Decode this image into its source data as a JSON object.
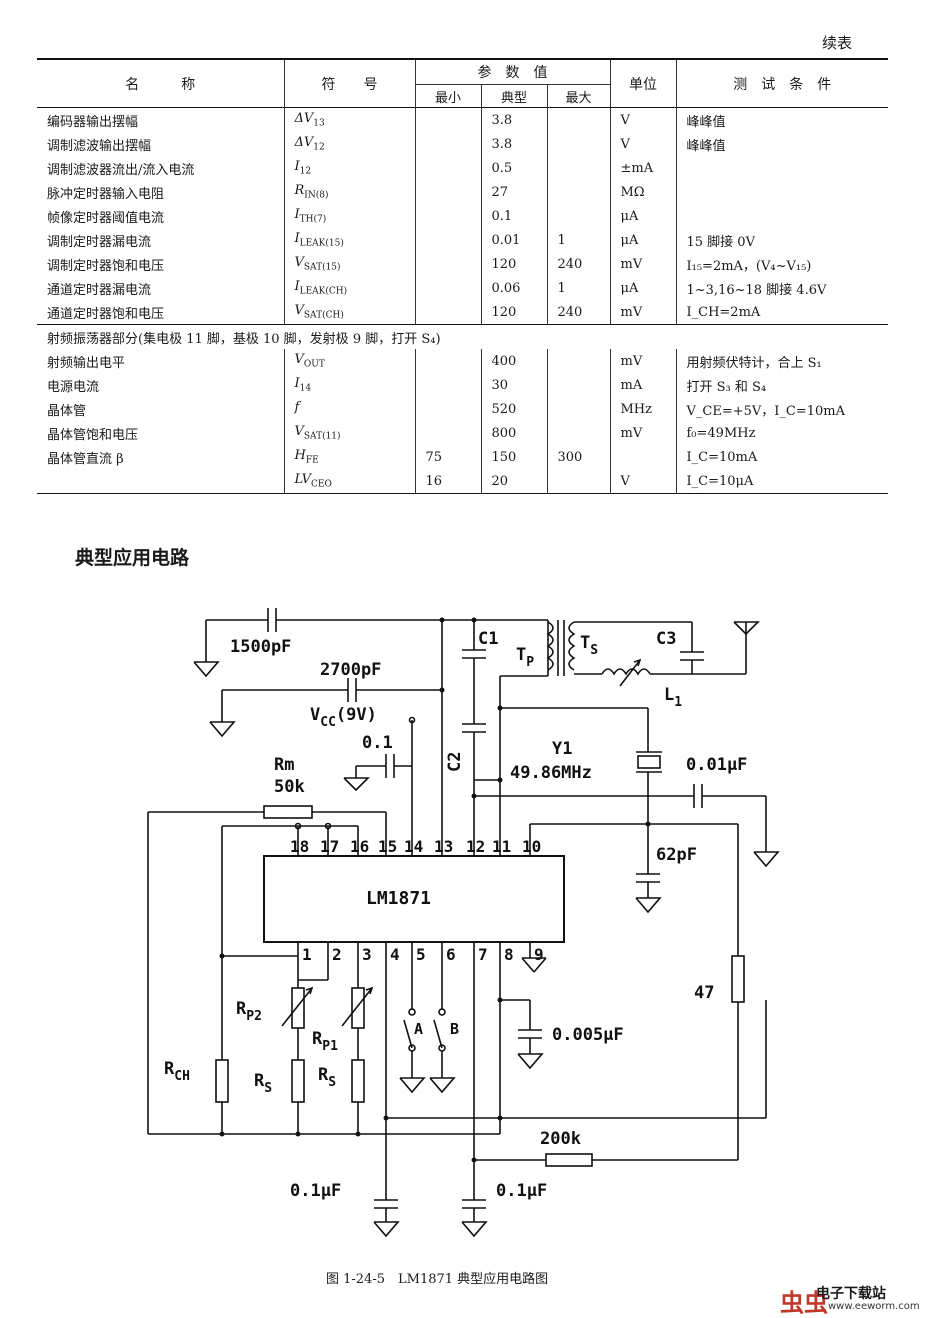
{
  "continued_label": "续表",
  "table": {
    "headers": {
      "name": "名　　　称",
      "symbol": "符　　号",
      "params": "参　数　值",
      "min": "最小",
      "typ": "典型",
      "max": "最大",
      "unit": "单位",
      "cond": "测　试　条　件"
    },
    "rows": [
      {
        "name": "编码器输出摆幅",
        "sym": "ΔV",
        "sub": "13",
        "min": "",
        "typ": "3.8",
        "max": "",
        "unit": "V",
        "cond": "峰峰值"
      },
      {
        "name": "调制滤波输出摆幅",
        "sym": "ΔV",
        "sub": "12",
        "min": "",
        "typ": "3.8",
        "max": "",
        "unit": "V",
        "cond": "峰峰值"
      },
      {
        "name": "调制滤波器流出/流入电流",
        "sym": "I",
        "sub": "12",
        "min": "",
        "typ": "0.5",
        "max": "",
        "unit": "±mA",
        "cond": ""
      },
      {
        "name": "脉冲定时器输入电阻",
        "sym": "R",
        "sub": "IN(8)",
        "min": "",
        "typ": "27",
        "max": "",
        "unit": "MΩ",
        "cond": ""
      },
      {
        "name": "帧像定时器阈值电流",
        "sym": "I",
        "sub": "TH(7)",
        "min": "",
        "typ": "0.1",
        "max": "",
        "unit": "μA",
        "cond": ""
      },
      {
        "name": "调制定时器漏电流",
        "sym": "I",
        "sub": "LEAK(15)",
        "min": "",
        "typ": "0.01",
        "max": "1",
        "unit": "μA",
        "cond": "15 脚接 0V"
      },
      {
        "name": "调制定时器饱和电压",
        "sym": "V",
        "sub": "SAT(15)",
        "min": "",
        "typ": "120",
        "max": "240",
        "unit": "mV",
        "cond": "I₁₅=2mA，(V₄~V₁₅)"
      },
      {
        "name": "通道定时器漏电流",
        "sym": "I",
        "sub": "LEAK(CH)",
        "min": "",
        "typ": "0.06",
        "max": "1",
        "unit": "μA",
        "cond": "1~3,16~18 脚接 4.6V"
      },
      {
        "name": "通道定时器饱和电压",
        "sym": "V",
        "sub": "SAT(CH)",
        "min": "",
        "typ": "120",
        "max": "240",
        "unit": "mV",
        "cond": "I_CH=2mA"
      }
    ],
    "section_label": "射频振荡器部分(集电极 11 脚，基极 10 脚，发射极 9 脚，打开 S₄)",
    "rows2": [
      {
        "name": "射频输出电平",
        "sym": "V",
        "sub": "OUT",
        "min": "",
        "typ": "400",
        "max": "",
        "unit": "mV",
        "cond": "用射频伏特计，合上 S₁"
      },
      {
        "name": "电源电流",
        "sym": "I",
        "sub": "14",
        "min": "",
        "typ": "30",
        "max": "",
        "unit": "mA",
        "cond": "打开 S₃ 和 S₄"
      },
      {
        "name": "晶体管",
        "sym": "f",
        "sub": "",
        "min": "",
        "typ": "520",
        "max": "",
        "unit": "MHz",
        "cond": "V_CE=+5V，I_C=10mA"
      },
      {
        "name": "晶体管饱和电压",
        "sym": "V",
        "sub": "SAT(11)",
        "min": "",
        "typ": "800",
        "max": "",
        "unit": "mV",
        "cond": "f₀=49MHz"
      },
      {
        "name": "晶体管直流 β",
        "sym": "H",
        "sub": "FE",
        "min": "75",
        "typ": "150",
        "max": "300",
        "unit": "",
        "cond": "I_C=10mA"
      },
      {
        "name": "",
        "sym": "LV",
        "sub": "CEO",
        "min": "16",
        "typ": "20",
        "max": "",
        "unit": "V",
        "cond": "I_C=10μA"
      }
    ]
  },
  "section_title": "典型应用电路",
  "circuit": {
    "chip": "LM1871",
    "pins_top": [
      "18",
      "17",
      "16",
      "15",
      "14",
      "13",
      "12",
      "11",
      "10"
    ],
    "pins_bottom": [
      "1",
      "2",
      "3",
      "4",
      "5",
      "6",
      "7",
      "8",
      "9"
    ],
    "labels": {
      "c_1500": "1500pF",
      "c_2700": "2700pF",
      "vcc": "V",
      "vcc_sub": "CC",
      "vcc_val": "(9V)",
      "c1": "C1",
      "tp": "T",
      "tp_sub": "P",
      "ts": "T",
      "ts_sub": "S",
      "c3": "C3",
      "l1": "L",
      "l1_sub": "1",
      "c_01": "0.1",
      "c2": "C2",
      "y1": "Y1",
      "y1_freq": "49.86MHz",
      "c_001uF": "0.01μF",
      "rm": "Rm",
      "rm_val": "50k",
      "c_62pF": "62pF",
      "r_47": "47",
      "rp2": "R",
      "rp2_sub": "P2",
      "rp1": "R",
      "rp1_sub": "P1",
      "rch": "R",
      "rch_sub": "CH",
      "rs_a": "R",
      "rs_a_sub": "S",
      "rs_b": "R",
      "rs_b_sub": "S",
      "sw_a": "A",
      "sw_b": "B",
      "c_0005uF": "0.005μF",
      "r_200k": "200k",
      "c_01uF_a": "0.1μF",
      "c_01uF_b": "0.1μF"
    }
  },
  "caption": "图 1-24-5　LM1871 典型应用电路图",
  "logo": {
    "mark": "虫虫",
    "text": "电子下载站",
    "url": "www.eeworm.com"
  }
}
